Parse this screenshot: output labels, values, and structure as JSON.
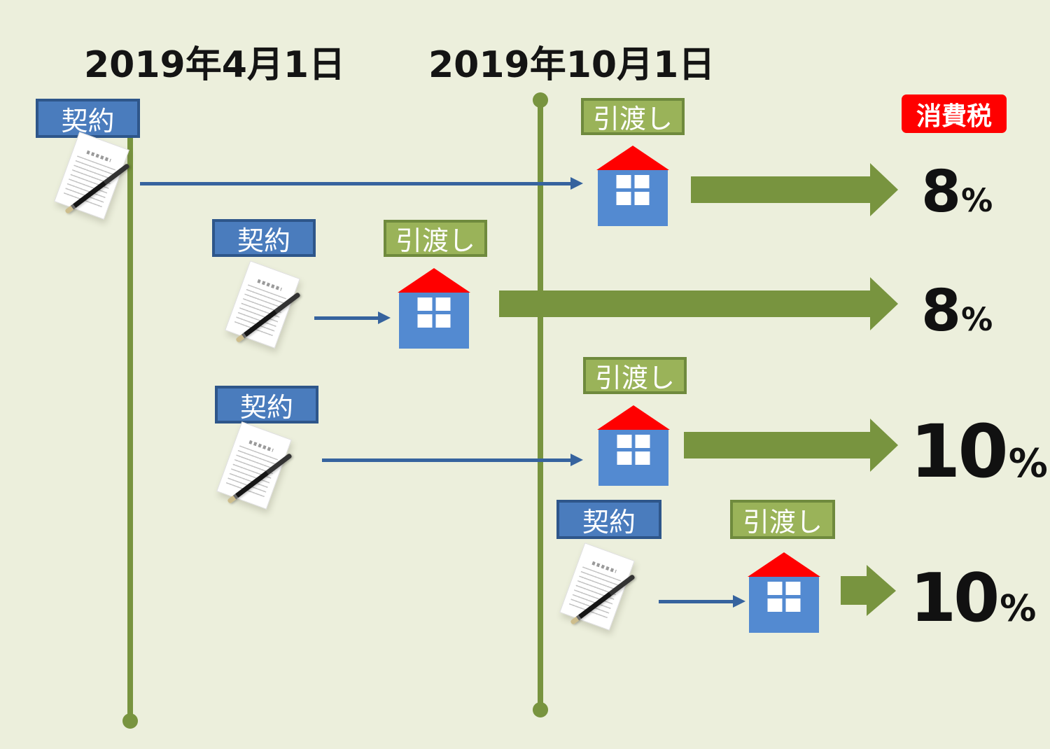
{
  "header": {
    "date_april": "2019年4月1日",
    "date_october": "2019年10月1日",
    "tax_label": "消費税"
  },
  "labels": {
    "contract": "契約",
    "handover": "引渡し"
  },
  "rows": [
    {
      "contract": "契約",
      "handover": "引渡し",
      "rate": "8",
      "unit": "%"
    },
    {
      "contract": "契約",
      "handover": "引渡し",
      "rate": "8",
      "unit": "%"
    },
    {
      "contract": "契約",
      "handover": "引渡し",
      "rate": "10",
      "unit": "%"
    },
    {
      "contract": "契約",
      "handover": "引渡し",
      "rate": "10",
      "unit": "%"
    }
  ],
  "icons": {
    "contract_document": "document-with-pen-icon",
    "handover_house": "house-icon",
    "flow_arrow": "block-arrow-right-icon",
    "timeline_marker": "vertical-timeline-icon"
  },
  "colors": {
    "background": "#ECEFDC",
    "timeline_olive": "#78943F",
    "block_arrow_olive": "#78943F",
    "connector_blue": "#36639E",
    "contract_box_fill": "#4A7CBD",
    "contract_box_border": "#2E568A",
    "handover_box_fill": "#9AB359",
    "handover_box_border": "#6F8A3D",
    "tax_box_red": "#FF0000",
    "house_body_blue": "#538AD1",
    "house_roof_red": "#FF0000",
    "rate_text": "#111111"
  }
}
